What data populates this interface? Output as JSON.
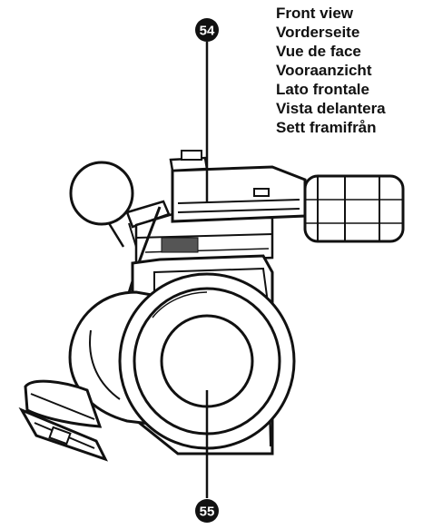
{
  "view_labels": [
    "Front view",
    "Vorderseite",
    "Vue de face",
    "Vooraanzicht",
    "Lato frontale",
    "Vista delantera",
    "Sett framifrån"
  ],
  "callouts": [
    {
      "number": "54"
    },
    {
      "number": "55"
    }
  ]
}
